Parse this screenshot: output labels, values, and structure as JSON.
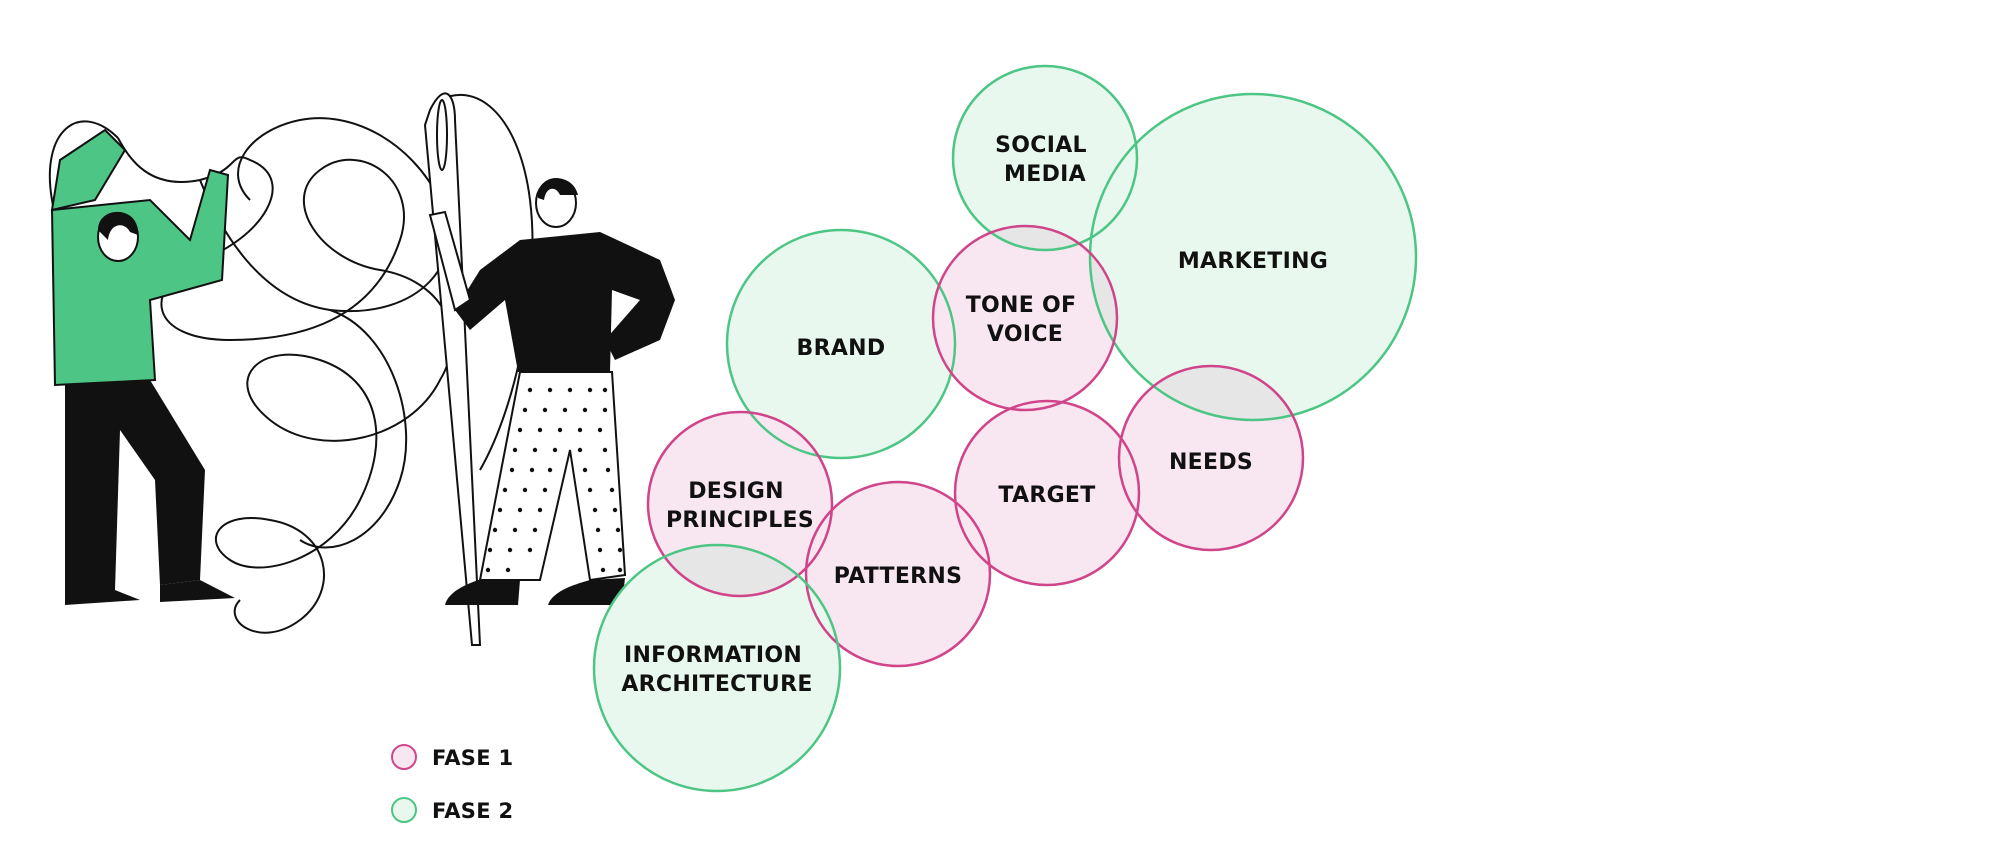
{
  "colors": {
    "fase1_stroke": "#d0458a",
    "fase1_fill": "#f8e6f0",
    "fase2_stroke": "#4cc585",
    "fase2_fill": "#e9f8ef",
    "overlap_fill": "#e6e6e6",
    "person_shirt_green": "#4cc585",
    "ink": "#111111"
  },
  "legend": {
    "fase1": "FASE 1",
    "fase2": "FASE 2"
  },
  "circles": [
    {
      "id": "social-media",
      "lines": [
        "SOCIAL",
        "MEDIA"
      ],
      "phase": "fase2"
    },
    {
      "id": "marketing",
      "lines": [
        "MARKETING"
      ],
      "phase": "fase2"
    },
    {
      "id": "brand",
      "lines": [
        "BRAND"
      ],
      "phase": "fase2"
    },
    {
      "id": "tone-of-voice",
      "lines": [
        "TONE OF",
        "VOICE"
      ],
      "phase": "fase1"
    },
    {
      "id": "design-principles",
      "lines": [
        "DESIGN",
        "PRINCIPLES"
      ],
      "phase": "fase1"
    },
    {
      "id": "target",
      "lines": [
        "TARGET"
      ],
      "phase": "fase1"
    },
    {
      "id": "needs",
      "lines": [
        "NEEDS"
      ],
      "phase": "fase1"
    },
    {
      "id": "patterns",
      "lines": [
        "PATTERNS"
      ],
      "phase": "fase1"
    },
    {
      "id": "information-architecture",
      "lines": [
        "INFORMATION",
        "ARCHITECTURE"
      ],
      "phase": "fase2"
    }
  ],
  "illustration": {
    "icon": "people-threading-needle-illustration"
  }
}
